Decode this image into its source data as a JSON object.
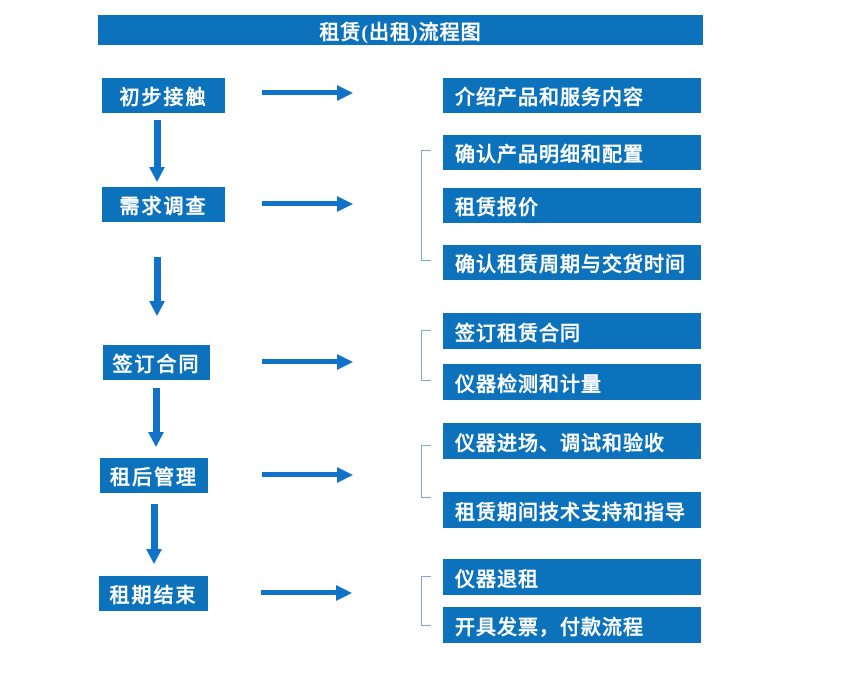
{
  "title": "租赁(出租)流程图",
  "colors": {
    "box_blue": "#0d72bc",
    "arrow_blue": "#1173c8",
    "bracket_blue": "#7fa8dc",
    "text_white": "#ffffff"
  },
  "steps": [
    {
      "label": "初步接触"
    },
    {
      "label": "需求调查"
    },
    {
      "label": "签订合同"
    },
    {
      "label": "租后管理"
    },
    {
      "label": "租期结束"
    }
  ],
  "details": [
    {
      "label": "介绍产品和服务内容"
    },
    {
      "label": "确认产品明细和配置"
    },
    {
      "label": "租赁报价"
    },
    {
      "label": "确认租赁周期与交货时间"
    },
    {
      "label": "签订租赁合同"
    },
    {
      "label": "仪器检测和计量"
    },
    {
      "label": "仪器进场、调试和验收"
    },
    {
      "label": "租赁期间技术支持和指导"
    },
    {
      "label": "仪器退租"
    },
    {
      "label": "开具发票，付款流程"
    }
  ]
}
